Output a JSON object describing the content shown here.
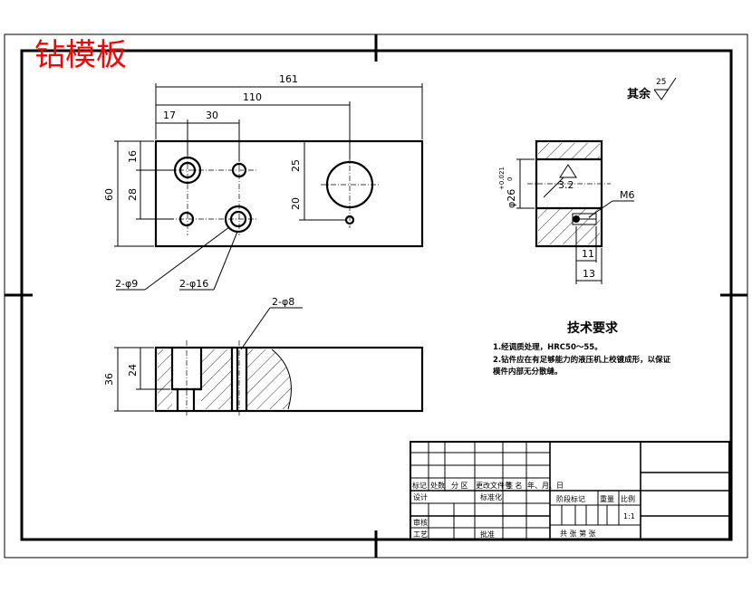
{
  "title": "钻模板",
  "colors": {
    "title": "#ff0000",
    "line": "#000000",
    "background": "#ffffff"
  },
  "dimensions": {
    "overall_length": "161",
    "hole_span": "110",
    "first_offset": "17",
    "second_offset": "30",
    "height": "60",
    "upper_row": "16",
    "row_spacing": "28",
    "right_upper": "25",
    "right_lower": "20",
    "section_height": "36",
    "counterbore_depth": "24",
    "side_diameter": "φ26",
    "side_tolerance_upper": "+0.021",
    "side_tolerance_lower": "0",
    "roughness_side": "3.2",
    "thread": "M6",
    "thread_depth_a": "11",
    "thread_depth_b": "13"
  },
  "callouts": {
    "hole_small": "2-φ9",
    "hole_large": "2-φ16",
    "hole_section": "2-φ8"
  },
  "surface_finish": {
    "label": "其余",
    "value": "25"
  },
  "requirements": {
    "heading": "技术要求",
    "items": [
      "1.经调质处理，HRC50～55。",
      "2.钻件应在有足够能力的液压机上校镀成形，以保证",
      "模件内部无分散缝。"
    ]
  },
  "title_block": {
    "header_row": [
      "标记",
      "处数",
      "分 区",
      "更改文件号",
      "签 名",
      "年、月、日"
    ],
    "design_row": [
      "设计",
      "",
      "标准化"
    ],
    "review": "审核",
    "process": "工艺",
    "approve": "批准",
    "stage_label": "阶段标记",
    "weight_label": "重量",
    "scale_label": "比例",
    "scale_value": "1:1",
    "sheets": "共   张  第   张"
  }
}
